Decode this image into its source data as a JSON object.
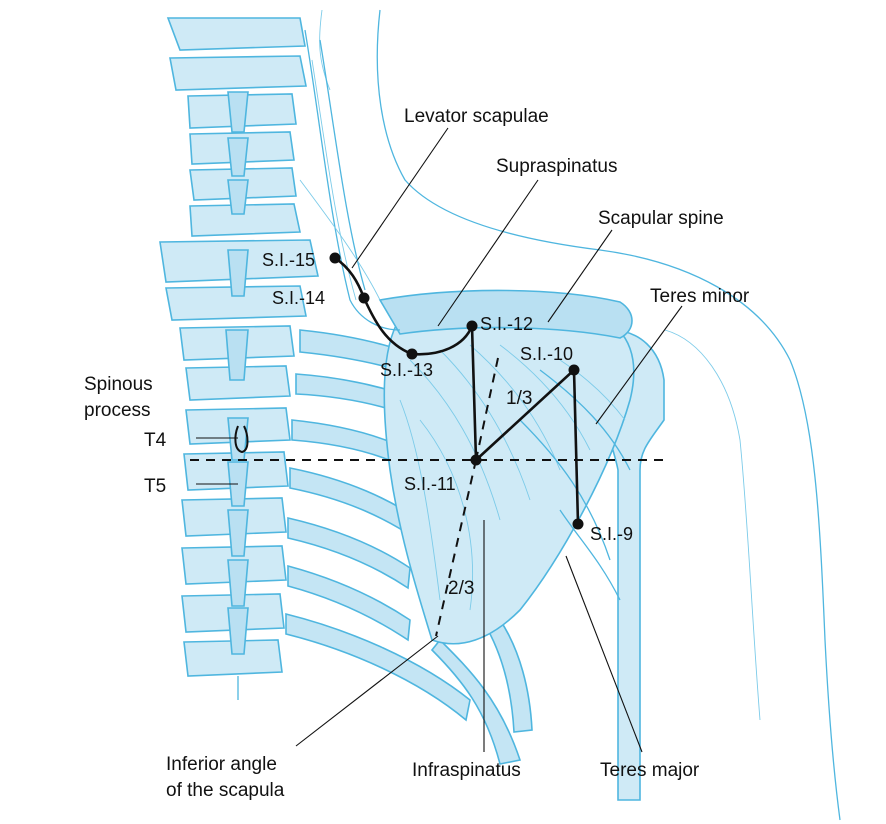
{
  "colors": {
    "bone": "#cfeaf6",
    "outline": "#4fb6df",
    "ink": "#111111"
  },
  "labels": {
    "levator": "Levator scapulae",
    "supraspinatus": "Supraspinatus",
    "scapular_spine": "Scapular spine",
    "teres_minor": "Teres minor",
    "spinous1": "Spinous",
    "spinous2": "process",
    "t4": "T4",
    "t5": "T5",
    "inf_angle1": "Inferior angle",
    "inf_angle2": "of the scapula",
    "infraspinatus": "Infraspinatus",
    "teres_major": "Teres major",
    "one_third": "1/3",
    "two_thirds": "2/3"
  },
  "points": {
    "si15": "S.I.-15",
    "si14": "S.I.-14",
    "si13": "S.I.-13",
    "si12": "S.I.-12",
    "si11": "S.I.-11",
    "si10": "S.I.-10",
    "si9": "S.I.-9"
  }
}
